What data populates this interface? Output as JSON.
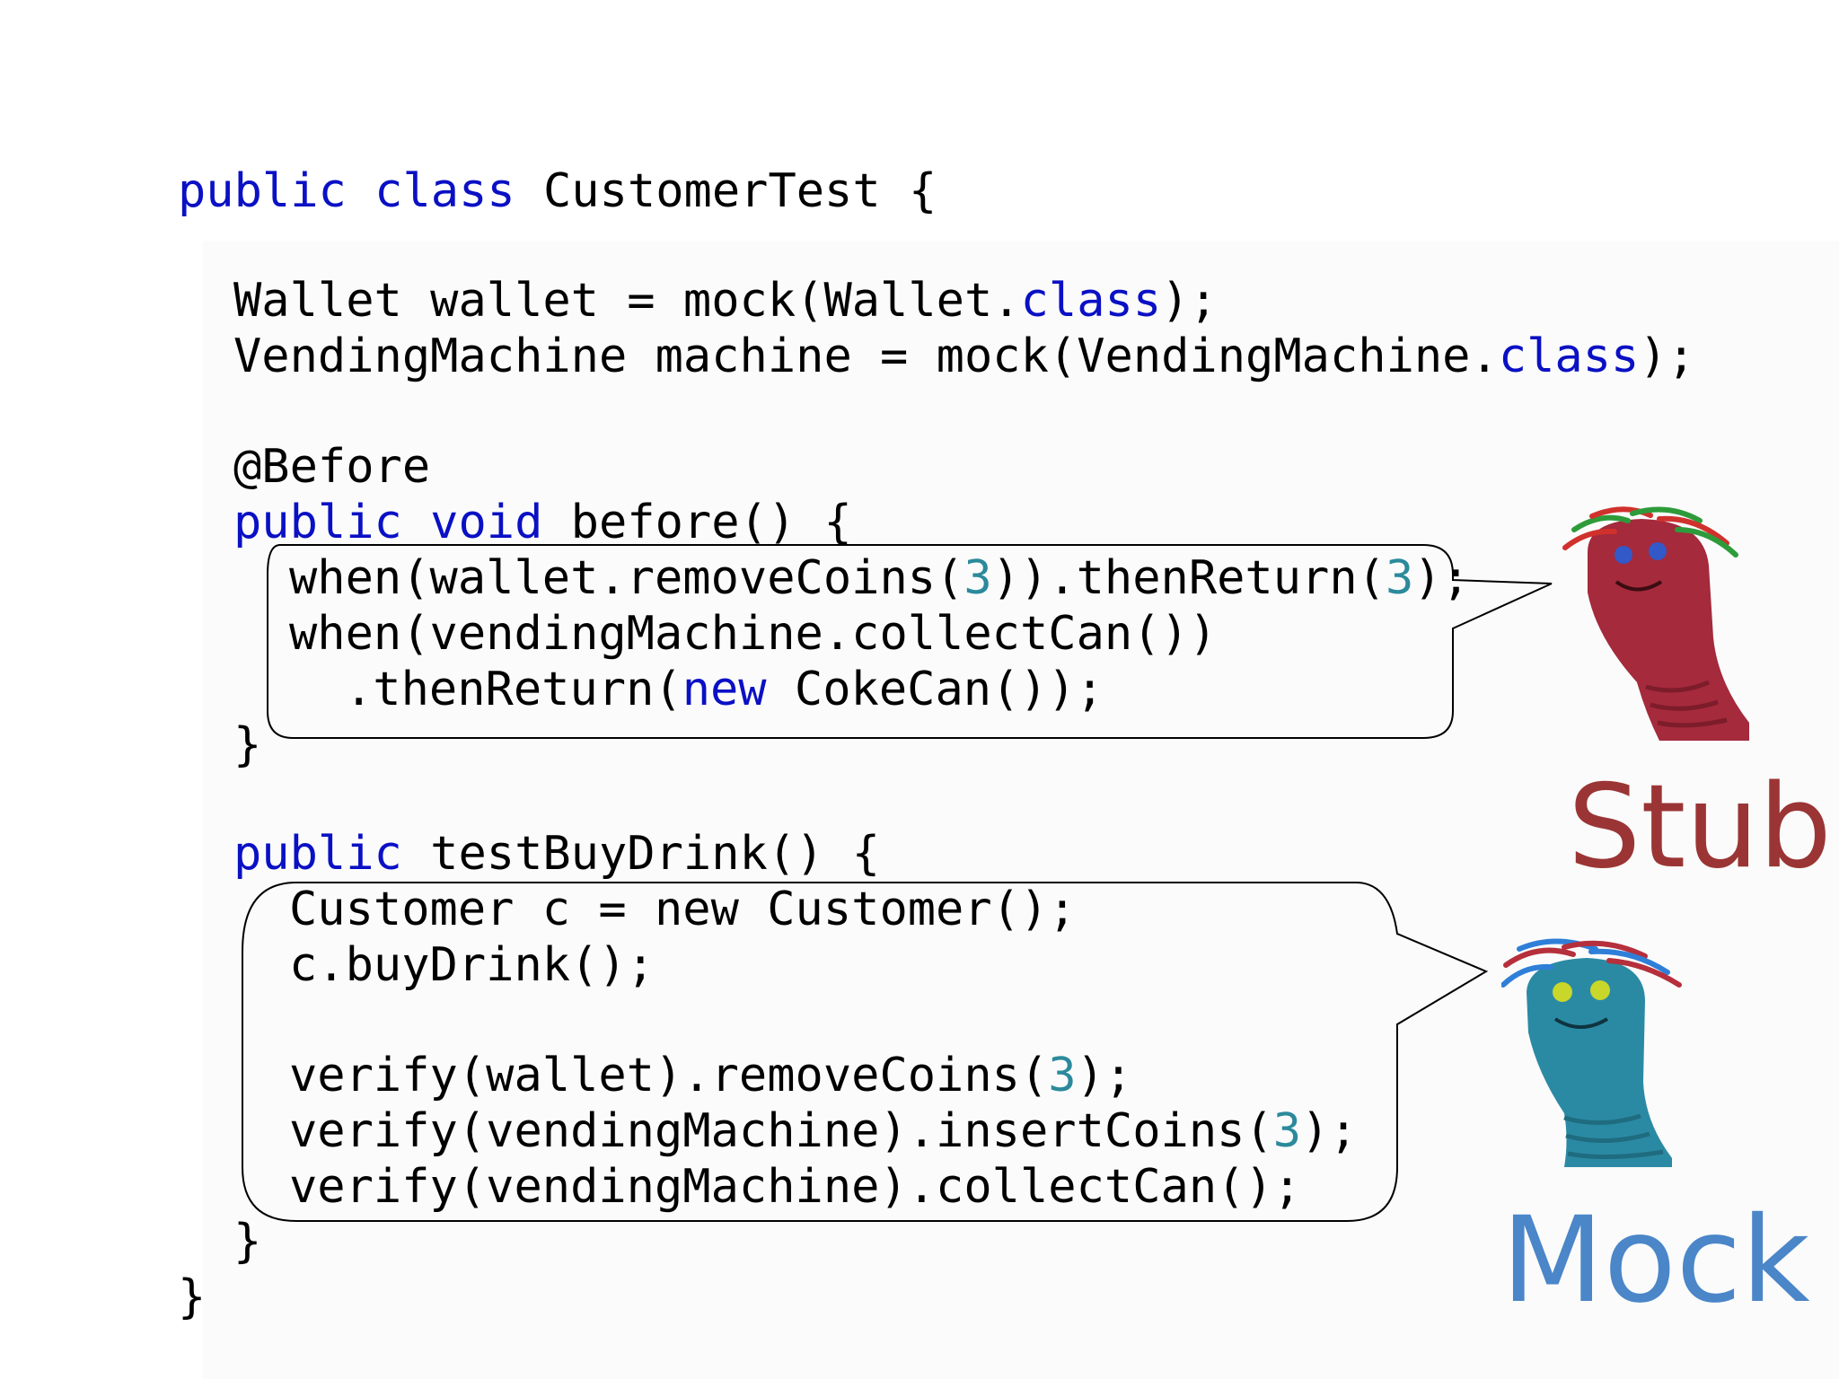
{
  "code": {
    "lines": [
      {
        "indent": 0,
        "tokens": [
          {
            "text": "public class",
            "kind": "keyword"
          },
          {
            "text": " CustomerTest {",
            "kind": "plain"
          }
        ]
      },
      {
        "indent": 1,
        "tokens": [
          {
            "text": "Wallet wallet = mock(Wallet.",
            "kind": "plain"
          },
          {
            "text": "class",
            "kind": "keyword"
          },
          {
            "text": ");",
            "kind": "plain"
          }
        ]
      },
      {
        "indent": 1,
        "tokens": [
          {
            "text": "VendingMachine machine = mock(VendingMachine.",
            "kind": "plain"
          },
          {
            "text": "class",
            "kind": "keyword"
          },
          {
            "text": ");",
            "kind": "plain"
          }
        ]
      },
      {
        "indent": 1,
        "tokens": [
          {
            "text": "@Before",
            "kind": "plain"
          }
        ]
      },
      {
        "indent": 1,
        "tokens": [
          {
            "text": "public void",
            "kind": "keyword"
          },
          {
            "text": " before() {",
            "kind": "plain"
          }
        ]
      },
      {
        "indent": 2,
        "tokens": [
          {
            "text": "when(wallet.removeCoins(",
            "kind": "plain"
          },
          {
            "text": "3",
            "kind": "number"
          },
          {
            "text": ")).thenReturn(",
            "kind": "plain"
          },
          {
            "text": "3",
            "kind": "number"
          },
          {
            "text": ");",
            "kind": "plain"
          }
        ]
      },
      {
        "indent": 2,
        "tokens": [
          {
            "text": "when(vendingMachine.collectCan())",
            "kind": "plain"
          }
        ]
      },
      {
        "indent": 3,
        "tokens": [
          {
            "text": ".thenReturn(",
            "kind": "plain"
          },
          {
            "text": "new",
            "kind": "keyword"
          },
          {
            "text": " CokeCan());",
            "kind": "plain"
          }
        ]
      },
      {
        "indent": 1,
        "tokens": [
          {
            "text": "}",
            "kind": "plain"
          }
        ]
      },
      {
        "indent": 1,
        "tokens": [
          {
            "text": "public",
            "kind": "keyword"
          },
          {
            "text": " testBuyDrink() {",
            "kind": "plain"
          }
        ]
      },
      {
        "indent": 2,
        "tokens": [
          {
            "text": "Customer c = new Customer();",
            "kind": "plain"
          }
        ]
      },
      {
        "indent": 2,
        "tokens": [
          {
            "text": "c.buyDrink();",
            "kind": "plain"
          }
        ]
      },
      {
        "indent": 2,
        "tokens": [
          {
            "text": "verify(wallet).removeCoins(",
            "kind": "plain"
          },
          {
            "text": "3",
            "kind": "number"
          },
          {
            "text": ");",
            "kind": "plain"
          }
        ]
      },
      {
        "indent": 2,
        "tokens": [
          {
            "text": "verify(vendingMachine).insertCoins(",
            "kind": "plain"
          },
          {
            "text": "3",
            "kind": "number"
          },
          {
            "text": ");",
            "kind": "plain"
          }
        ]
      },
      {
        "indent": 2,
        "tokens": [
          {
            "text": "verify(vendingMachine).collectCan();",
            "kind": "plain"
          }
        ]
      },
      {
        "indent": 1,
        "tokens": [
          {
            "text": "}",
            "kind": "plain"
          }
        ]
      },
      {
        "indent": 0,
        "tokens": [
          {
            "text": "}",
            "kind": "plain"
          }
        ]
      }
    ]
  },
  "labels": {
    "stub": "Stub",
    "mock": "Mock"
  },
  "colors": {
    "keyword": "#0a10c4",
    "number": "#2b8a9b",
    "stub": "#9b3535",
    "mock": "#4a86c8"
  },
  "icons": {
    "stub_puppet": "red-sock-puppet-icon",
    "mock_puppet": "blue-sock-puppet-icon"
  }
}
